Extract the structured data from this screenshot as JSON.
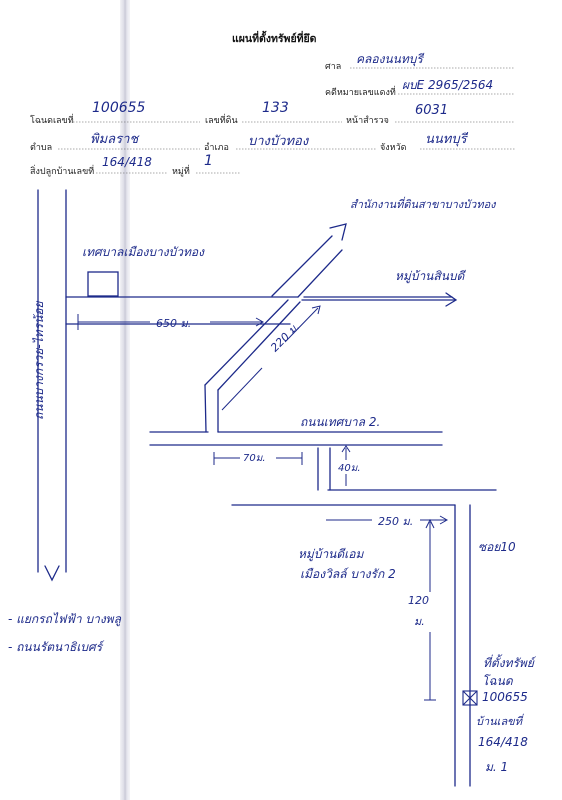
{
  "document": {
    "title": "แผนที่ตั้งทรัพย์ที่ยึด",
    "court_label": "ศาล",
    "court_value": "คลองนนทบุรี",
    "case_label": "คดีหมายเลขแดงที่",
    "case_value": "ผบE 2965/2564",
    "deed_label": "โฉนดเลขที่",
    "deed_value": "100655",
    "land_no_label": "เลขที่ดิน",
    "land_no_value": "133",
    "survey_label": "หน้าสำรวจ",
    "survey_value": "6031",
    "subdistrict_label": "ตำบล",
    "subdistrict_value": "พิมลราช",
    "district_label": "อำเภอ",
    "district_value": "บางบัวทอง",
    "province_label": "จังหวัด",
    "province_value": "นนทบุรี",
    "house_label": "สิ่งปลูกบ้านเลขที่",
    "house_value": "164/418",
    "moo_label": "หมู่ที่",
    "moo_value": "1"
  },
  "map": {
    "municipality_office": "เทศบาลเมืองบางบัวทอง",
    "main_road": "ถนนบางกรวย-ไทรน้อย",
    "arrow_label_top": "สำนักงานที่ดินสาขาบางบัวทอง",
    "village_top": "หมู่บ้านสินบดี",
    "dist_650": "650 ม.",
    "dist_220": "220 ม.",
    "road_tessaban2": "ถนนเทศบาล 2.",
    "dist_70": "70ม.",
    "dist_40": "40ม.",
    "dist_250": "250 ม.",
    "soi_label": "ซอย10",
    "village_bottom_line1": "หมู่บ้านดีเอม",
    "village_bottom_line2": "เมืองวิลล์ บางรัก 2",
    "dist_120_a": "120",
    "dist_120_b": "ม.",
    "note_line1": "- แยกรถไฟฟ้า บางพลู",
    "note_line2": "- ถนนรัตนาธิเบศร์",
    "property_line1": "ที่ตั้งทรัพย์",
    "property_line2": "โฉนด",
    "property_line3": "100655",
    "property_line4": "บ้านเลขที่",
    "property_line5": "164/418",
    "property_line6": "ม. 1"
  },
  "colors": {
    "ink": "#1d2a8a",
    "printed": "#222222"
  }
}
